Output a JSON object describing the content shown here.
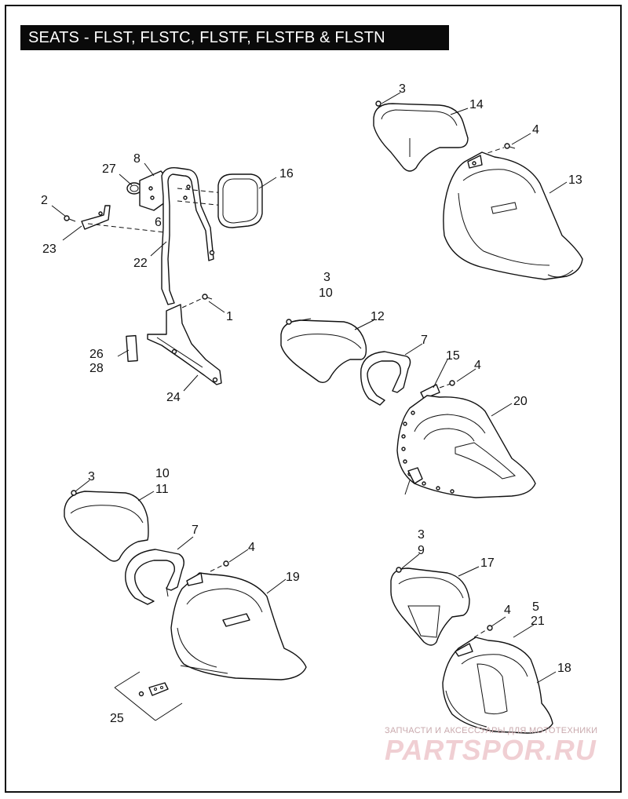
{
  "title": "SEATS - FLST, FLSTC, FLSTF, FLSTFB & FLSTN",
  "callouts": [
    {
      "id": "c2",
      "label": "2"
    },
    {
      "id": "c23",
      "label": "23"
    },
    {
      "id": "c27",
      "label": "27"
    },
    {
      "id": "c8",
      "label": "8"
    },
    {
      "id": "c6",
      "label": "6"
    },
    {
      "id": "c22",
      "label": "22"
    },
    {
      "id": "c16",
      "label": "16"
    },
    {
      "id": "c1",
      "label": "1"
    },
    {
      "id": "c26",
      "label": "26"
    },
    {
      "id": "c28",
      "label": "28"
    },
    {
      "id": "c24",
      "label": "24"
    },
    {
      "id": "c3a",
      "label": "3"
    },
    {
      "id": "c14",
      "label": "14"
    },
    {
      "id": "c4a",
      "label": "4"
    },
    {
      "id": "c13",
      "label": "13"
    },
    {
      "id": "c3b",
      "label": "3"
    },
    {
      "id": "c10a",
      "label": "10"
    },
    {
      "id": "c12",
      "label": "12"
    },
    {
      "id": "c7a",
      "label": "7"
    },
    {
      "id": "c15",
      "label": "15"
    },
    {
      "id": "c4b",
      "label": "4"
    },
    {
      "id": "c20",
      "label": "20"
    },
    {
      "id": "c3c",
      "label": "3"
    },
    {
      "id": "c10b",
      "label": "10"
    },
    {
      "id": "c11",
      "label": "11"
    },
    {
      "id": "c7b",
      "label": "7"
    },
    {
      "id": "c4c",
      "label": "4"
    },
    {
      "id": "c19",
      "label": "19"
    },
    {
      "id": "c25",
      "label": "25"
    },
    {
      "id": "c3d",
      "label": "3"
    },
    {
      "id": "c9",
      "label": "9"
    },
    {
      "id": "c17",
      "label": "17"
    },
    {
      "id": "c4d",
      "label": "4"
    },
    {
      "id": "c5",
      "label": "5"
    },
    {
      "id": "c21",
      "label": "21"
    },
    {
      "id": "c18",
      "label": "18"
    }
  ],
  "watermark": {
    "tagline": "ЗАПЧАСТИ И АКСЕССУАРЫ ДЛЯ МОТОТЕХНИКИ",
    "brand": "PARTSPOR.RU"
  }
}
